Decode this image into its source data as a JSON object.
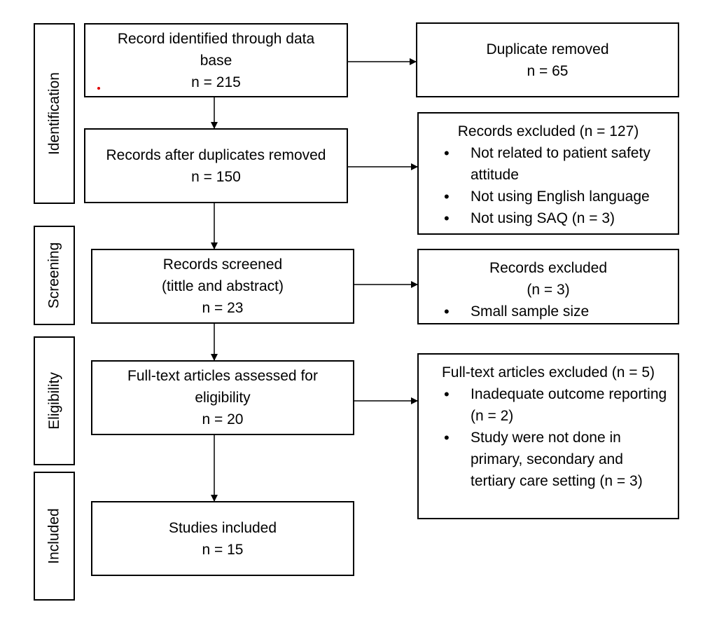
{
  "stages": {
    "identification": "Identification",
    "screening": "Screening",
    "eligibility": "Eligibility",
    "included": "Included"
  },
  "main": {
    "identified": {
      "line1": "Record identified through data",
      "line2": "base",
      "count": "n = 215"
    },
    "after_duplicates": {
      "line1": "Records after duplicates removed",
      "count": "n = 150"
    },
    "screened": {
      "line1": "Records screened",
      "line2": "(tittle and abstract)",
      "count": "n = 23"
    },
    "fulltext": {
      "line1": "Full-text articles assessed for",
      "line2": "eligibility",
      "count": "n = 20"
    },
    "included": {
      "line1": "Studies included",
      "count": "n = 15"
    }
  },
  "side": {
    "duplicates": {
      "line1": "Duplicate removed",
      "count": "n = 65"
    },
    "excluded1": {
      "title": "Records excluded (n = 127)",
      "items": [
        "Not related to patient safety attitude",
        "Not using English language",
        "Not using SAQ (n = 3)"
      ]
    },
    "excluded2": {
      "title": "Records excluded",
      "count": "(n = 3)",
      "items": [
        "Small sample size"
      ]
    },
    "excluded3": {
      "title": "Full-text articles excluded (n = 5)",
      "items": [
        "Inadequate outcome reporting (n = 2)",
        "Study were not done in primary, secondary and tertiary care setting (n = 3)"
      ]
    }
  },
  "colors": {
    "line": "#000000",
    "dot": "#e00000"
  }
}
